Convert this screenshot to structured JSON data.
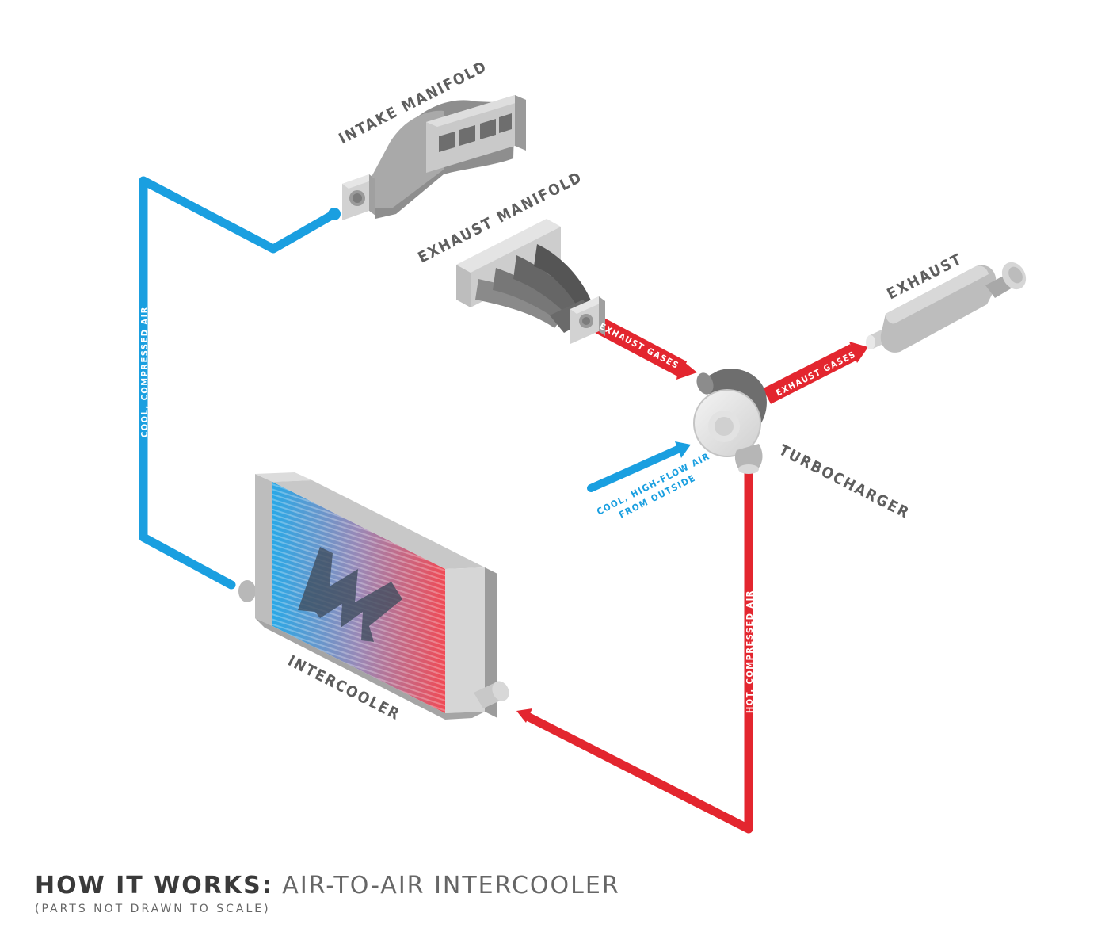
{
  "labels": {
    "intake_manifold": "INTAKE MANIFOLD",
    "exhaust_manifold": "EXHAUST MANIFOLD",
    "exhaust": "EXHAUST",
    "turbocharger": "TURBOCHARGER",
    "intercooler": "INTERCOOLER",
    "exhaust_gases_1": "EXHAUST GASES",
    "exhaust_gases_2": "EXHAUST GASES",
    "cool_compressed_air": "COOL, COMPRESSED AIR",
    "hot_compressed_air": "HOT, COMPRESSED AIR",
    "cool_air_line1": "COOL, HIGH-FLOW AIR",
    "cool_air_line2": "FROM OUTSIDE"
  },
  "caption": {
    "title_strong": "HOW IT WORKS:",
    "title_rest": " AIR-TO-AIR INTERCOOLER",
    "note": "(PARTS NOT DRAWN TO SCALE)"
  },
  "colors": {
    "cool_pipe": "#1a9fe0",
    "hot_pipe": "#e3262f",
    "label_gray": "#5e5e5e"
  }
}
